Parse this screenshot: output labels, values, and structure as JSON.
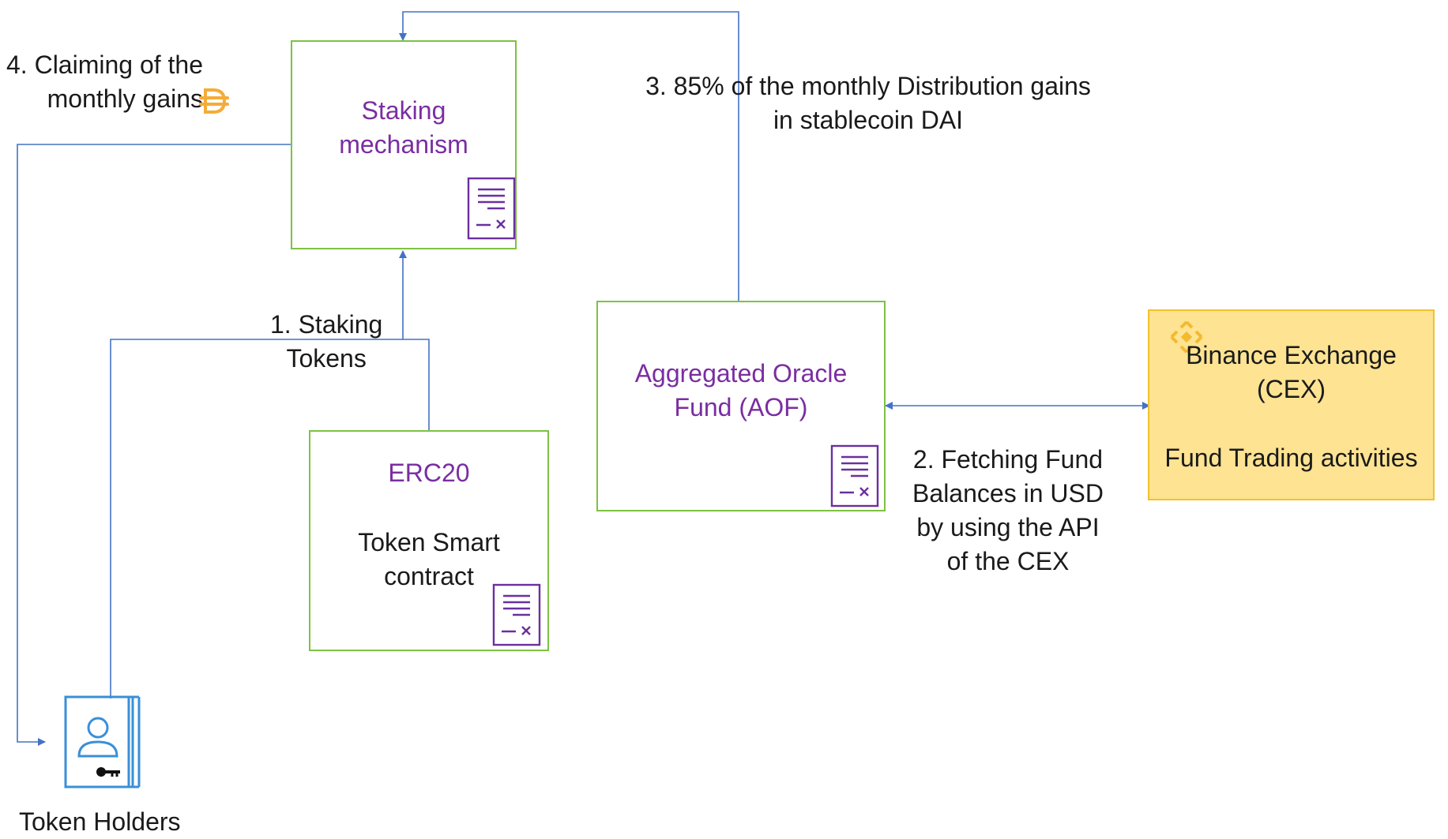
{
  "nodes": {
    "staking": {
      "title": "Staking\nmechanism"
    },
    "erc20": {
      "title": "ERC20",
      "body": "Token Smart\ncontract"
    },
    "aof": {
      "title": "Aggregated Oracle\nFund (AOF)"
    },
    "binance": {
      "title": "Binance Exchange\n(CEX)",
      "body": "Fund Trading activities"
    },
    "holders": {
      "label": "Token Holders"
    }
  },
  "edges": {
    "step1": "1. Staking\nTokens",
    "step2": "2. Fetching Fund\nBalances in USD\nby using the API\nof the CEX",
    "step3": "3. 85% of the monthly Distribution gains\nin stablecoin DAI",
    "step4": "4. Claiming of the\nmonthly gains"
  },
  "icons": [
    "contract-document-icon",
    "token-holder-user-key-icon",
    "binance-logo-icon",
    "dai-coin-icon"
  ],
  "colors": {
    "node_border": "#7dc242",
    "node_title": "#7a2ea1",
    "connector": "#4472c4",
    "binance_fill": "#fde392",
    "binance_border": "#f2c12e",
    "binance_logo": "#f3ba2f",
    "dai": "#f5ac37",
    "icon": "#6b2fa0"
  }
}
